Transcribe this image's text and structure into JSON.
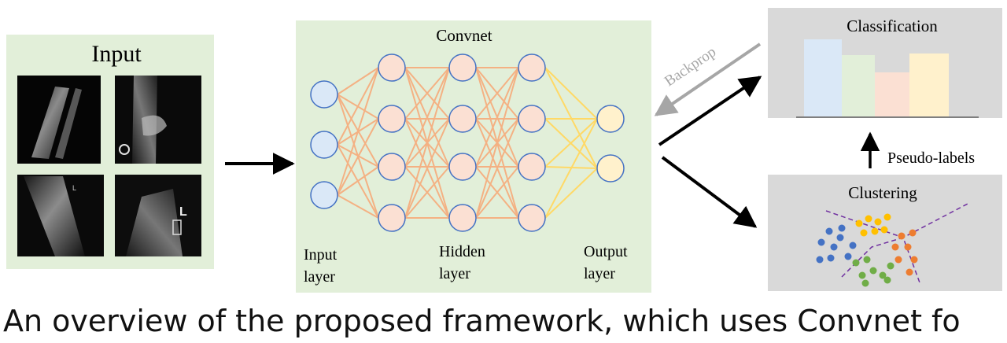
{
  "input_panel": {
    "title": "Input",
    "bg": "#e2efd9"
  },
  "convnet_panel": {
    "title": "Convnet",
    "bg": "#e2efd9"
  },
  "layers": {
    "input": [
      "Input",
      "layer"
    ],
    "hidden": [
      "Hidden",
      "layer"
    ],
    "output": [
      "Output",
      "layer"
    ]
  },
  "classification_panel": {
    "title": "Classification",
    "bg": "#d9d9d9"
  },
  "clustering_panel": {
    "title": "Clustering",
    "bg": "#d9d9d9"
  },
  "arrows": {
    "backprop": "Backprop",
    "pseudo_labels": "Pseudo-labels"
  },
  "xray_marks": [
    "L",
    "L"
  ],
  "colors": {
    "input_node": "#dae8f7",
    "input_edge": "#a9c8ec",
    "hidden_node": "#fbe0d3",
    "hidden_edge": "#f4b183",
    "output_node": "#fff1cc",
    "output_edge": "#ffd966",
    "node_stroke": "#4472c4",
    "bar_colors": [
      "#dae8f7",
      "#e2efd9",
      "#fbe0d3",
      "#fff1cc"
    ],
    "cluster_colors": [
      "#4472c4",
      "#ffc000",
      "#ed7d31",
      "#70ad47"
    ],
    "divider": "#7030a0"
  },
  "caption": "An overview of the proposed framework, which uses Convnet fo"
}
